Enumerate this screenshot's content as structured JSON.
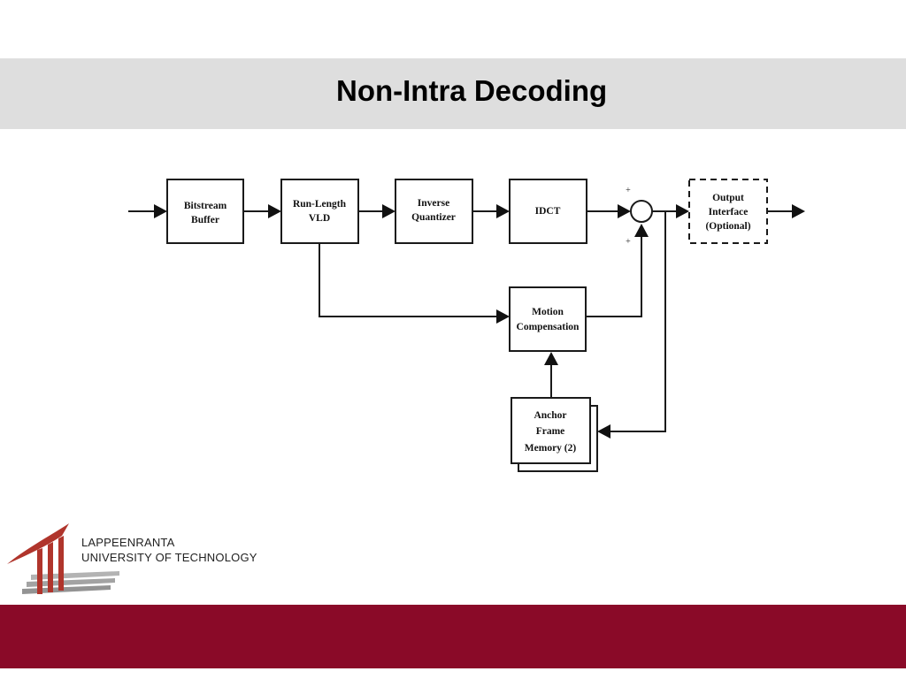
{
  "slide": {
    "title": "Non-Intra Decoding"
  },
  "diagram": {
    "blocks": {
      "bitstream_buffer": [
        "Bitstream",
        "Buffer"
      ],
      "run_length_vld": [
        "Run-Length",
        "VLD"
      ],
      "inverse_quantizer": [
        "Inverse",
        "Quantizer"
      ],
      "idct": [
        "IDCT"
      ],
      "motion_compensation": [
        "Motion",
        "Compensation"
      ],
      "anchor_frame_memory": [
        "Anchor",
        "Frame",
        "Memory (2)"
      ],
      "output_interface": [
        "Output",
        "Interface",
        "(Optional)"
      ]
    },
    "summer_signs": {
      "top": "+",
      "bottom": "+"
    }
  },
  "logo": {
    "line1": "LAPPEENRANTA",
    "line2": "UNIVERSITY OF TECHNOLOGY",
    "colors": {
      "red": "#b0352c",
      "grey": "#9a9a9a"
    }
  },
  "colors": {
    "title_band": "#dedede",
    "footer": "#8a0a28"
  }
}
